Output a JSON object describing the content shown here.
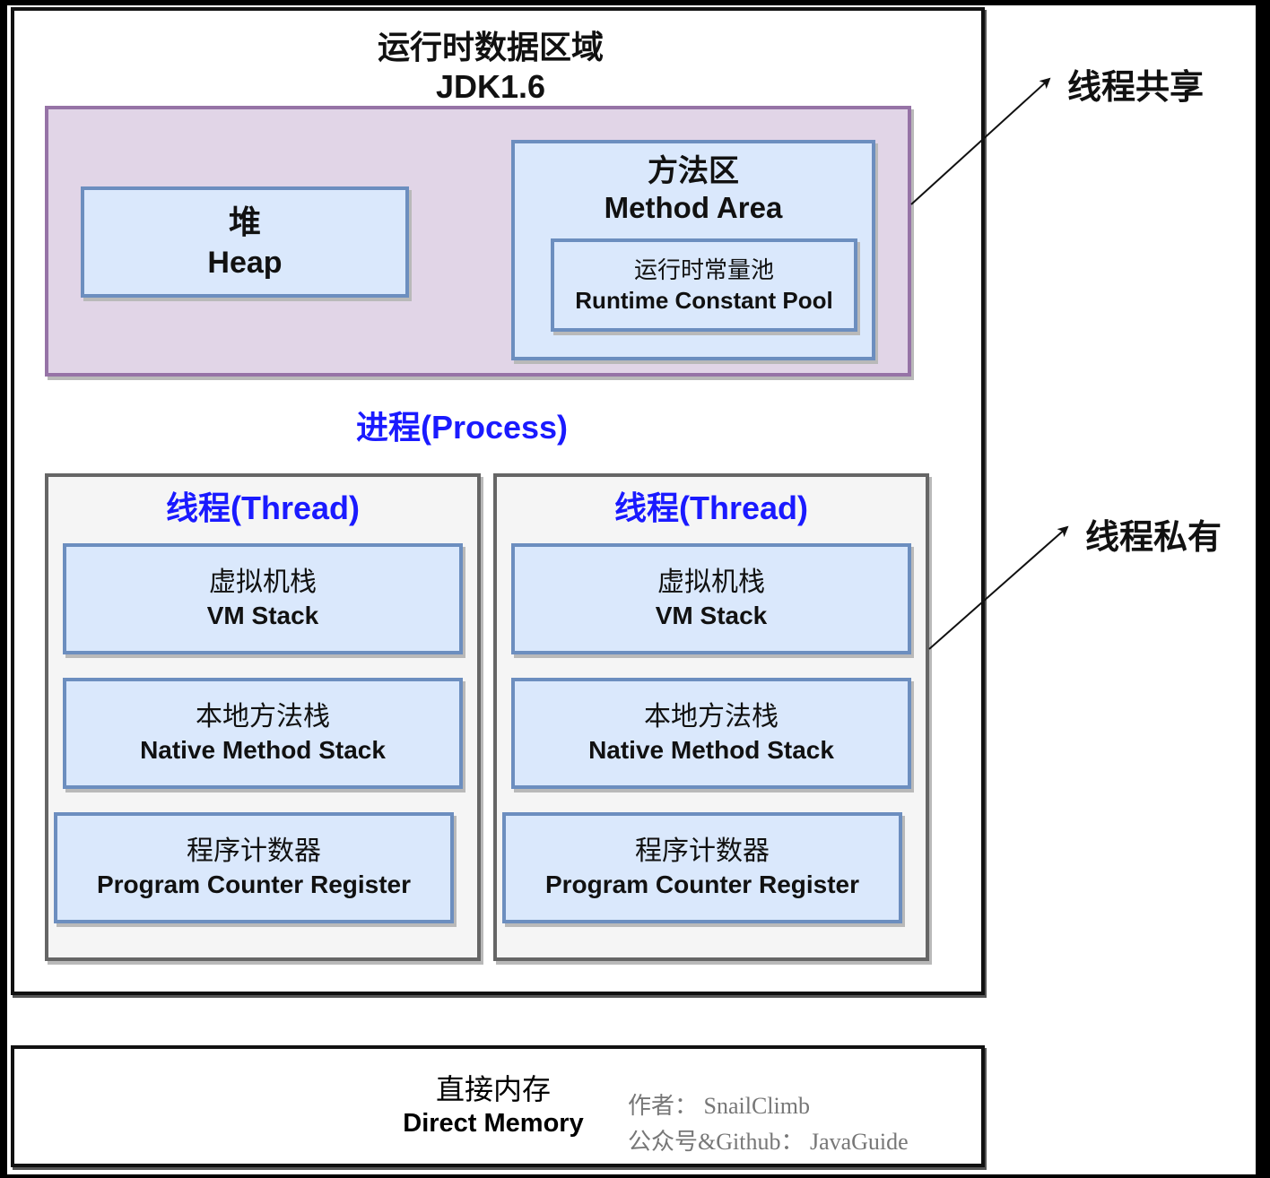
{
  "runtime": {
    "title_cn": "运行时数据区域",
    "title_version": "JDK1.6"
  },
  "heap": {
    "cn": "堆",
    "en": "Heap"
  },
  "method_area": {
    "cn": "方法区",
    "en": "Method Area",
    "pool_cn": "运行时常量池",
    "pool_en": "Runtime Constant Pool"
  },
  "process_label": "进程(Process)",
  "threads": [
    {
      "label": "线程(Thread)",
      "vm_stack_cn": "虚拟机栈",
      "vm_stack_en": "VM Stack",
      "native_cn": "本地方法栈",
      "native_en": "Native Method Stack",
      "pc_cn": "程序计数器",
      "pc_en": "Program Counter Register"
    },
    {
      "label": "线程(Thread)",
      "vm_stack_cn": "虚拟机栈",
      "vm_stack_en": "VM Stack",
      "native_cn": "本地方法栈",
      "native_en": "Native Method Stack",
      "pc_cn": "程序计数器",
      "pc_en": "Program Counter Register"
    }
  ],
  "side_labels": {
    "shared": "线程共享",
    "private": "线程私有"
  },
  "direct_memory": {
    "cn": "直接内存",
    "en": "Direct Memory"
  },
  "credits": {
    "author": "作者：  SnailClimb",
    "account": "公众号&Github：  JavaGuide"
  },
  "colors": {
    "shared_fill": "#e1d5e7",
    "shared_border": "#9673a6",
    "block_fill": "#dae8fc",
    "block_border": "#6c8ebf",
    "thread_fill": "#f5f5f5",
    "thread_border": "#666666",
    "highlight_text": "#1a1aff"
  }
}
